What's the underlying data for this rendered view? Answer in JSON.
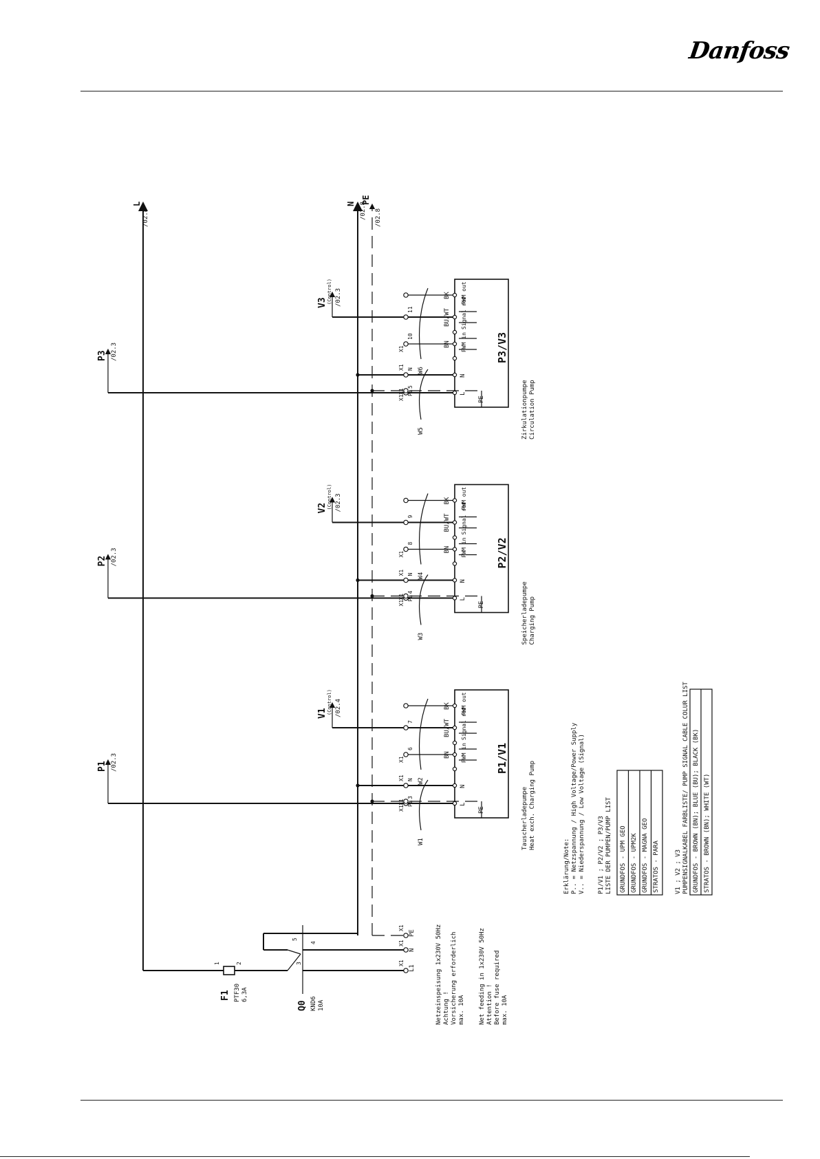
{
  "header": {
    "logo_text": "Danfoss"
  },
  "buses": {
    "l": "L",
    "n": "N",
    "pe": "PE",
    "ref_l": "/02.8",
    "ref_n": "/02.8",
    "ref_pe": "/02.8"
  },
  "supply": {
    "f1": "F1",
    "f1_type": "PTF30",
    "f1_rating": "6,3A",
    "q0": "Q0",
    "q0_type": "KND6",
    "q0_rating": "10A",
    "x1": "X1",
    "l1": "L1",
    "n": "N",
    "pe": "PE",
    "t1": "1",
    "t2": "2",
    "t3": "3",
    "t4": "4",
    "t5": "5"
  },
  "pumps": [
    {
      "out_label": "P1",
      "out_ref": "/02.3",
      "v_label": "V1",
      "v_sub": "(Control)",
      "v_ref": "/02.4",
      "name": "P1/V1",
      "term_l": "3",
      "term_s1": "6",
      "term_s2": "7",
      "w_pe": "W1",
      "w_sig": "W2",
      "desc1": "Tauscherladepumpe",
      "desc2": "Heat exch. Charging Pump"
    },
    {
      "out_label": "P2",
      "out_ref": "/02.3",
      "v_label": "V2",
      "v_sub": "(Control)",
      "v_ref": "/02.3",
      "name": "P2/V2",
      "term_l": "4",
      "term_s1": "8",
      "term_s2": "9",
      "w_pe": "W3",
      "w_sig": "W4",
      "desc1": "Speicherladepumpe",
      "desc2": "Charging Pump"
    },
    {
      "out_label": "P3",
      "out_ref": "/02.3",
      "v_label": "V3",
      "v_sub": "(Control)",
      "v_ref": "/02.3",
      "name": "P3/V3",
      "term_l": "5",
      "term_s1": "10",
      "term_s2": "11",
      "w_pe": "W5",
      "w_sig": "W6",
      "desc1": "Zirkulationpumpe",
      "desc2": "Circulation Pump"
    }
  ],
  "pins": {
    "x1": "X1",
    "n": "N",
    "pe": "PE",
    "l": "L",
    "bn": "BN",
    "buwt": "BU/WT",
    "bk": "BK",
    "pwm_in": "PWM in",
    "signal_ref": "Signal ref",
    "pwm_out": "PWM out"
  },
  "notes": {
    "supply_de": [
      "Netzeinspeisung 1x230V 50Hz",
      "Achtung !",
      "Vorsicherung erforderlich",
      "max. 10A"
    ],
    "supply_en": [
      "Net feeding in 1x230V 50Hz",
      "Attention !",
      "Before fuse required",
      "max. 10A"
    ],
    "legend_title": "Erklärung/Note:",
    "legend_lines": [
      "P.. = Netzspannung / High Voltage/Power Supply",
      "V.. = Niederspannung / Low Voltage (Signal)"
    ],
    "pump_list_head1": "P1/V1 ; P2/V2 ; P3/V3",
    "pump_list_head2": "LISTE DER PUMPEN/PUMP LIST",
    "pump_list": [
      "GRUNDFOS - UPM GEO",
      "GRUNDFOS - UPM2K",
      "GRUNDFOS - MAGNA GEO",
      "STRATOS - PARA"
    ],
    "color_head1": "V1 ; V2 ; V3",
    "color_head2": "PUMPENSIGNALKABEL FARBLISTE/ PUMP SIGNAL CABLE COLUR LIST",
    "color_list": [
      "GRUNDFOS - BROWN (BN); BLUE (BU); BLACK (BK)",
      "STRATOS - BROWN (BN); WHITE (WT)"
    ]
  }
}
